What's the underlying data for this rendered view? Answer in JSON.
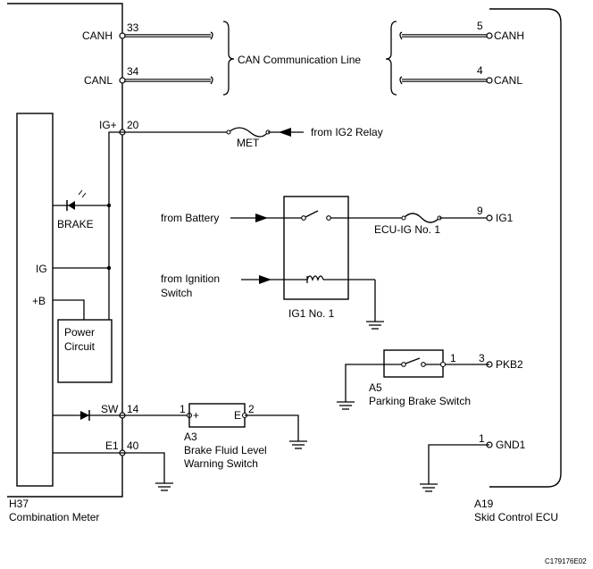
{
  "combination_meter": {
    "connector": "H37",
    "name": "Combination Meter",
    "terminals": {
      "canh": {
        "num": "33",
        "name": "CANH"
      },
      "canl": {
        "num": "34",
        "name": "CANL"
      },
      "igplus": {
        "num": "20",
        "name": "IG+"
      },
      "sw": {
        "num": "14",
        "name": "SW"
      },
      "e1": {
        "num": "40",
        "name": "E1"
      }
    },
    "internal": {
      "brake": "BRAKE",
      "ig": "IG",
      "b": "+B",
      "power_line1": "Power",
      "power_line2": "Circuit"
    }
  },
  "skid_control_ecu": {
    "connector": "A19",
    "name": "Skid Control ECU",
    "terminals": {
      "canh": {
        "num": "5",
        "name": "CANH"
      },
      "canl": {
        "num": "4",
        "name": "CANL"
      },
      "ig1": {
        "num": "9",
        "name": "IG1"
      },
      "pkb2": {
        "num": "3",
        "name": "PKB2"
      },
      "gnd1": {
        "num": "1",
        "name": "GND1"
      }
    }
  },
  "can_line_label": "CAN Communication Line",
  "met_fuse": "MET",
  "from_ig2": "from IG2 Relay",
  "from_battery": "from Battery",
  "from_ignition_line1": "from Ignition",
  "from_ignition_line2": "Switch",
  "ecu_ig_fuse": "ECU-IG No. 1",
  "ig1_relay": "IG1 No. 1",
  "parking_brake": {
    "connector": "A5",
    "name": "Parking Brake Switch",
    "pin": "1"
  },
  "brake_fluid": {
    "connector": "A3",
    "name_line1": "Brake Fluid Level",
    "name_line2": "Warning Switch",
    "pin1": "1",
    "pin2": "2",
    "plus": "+",
    "e": "E"
  },
  "figure_code": "C179176E02"
}
